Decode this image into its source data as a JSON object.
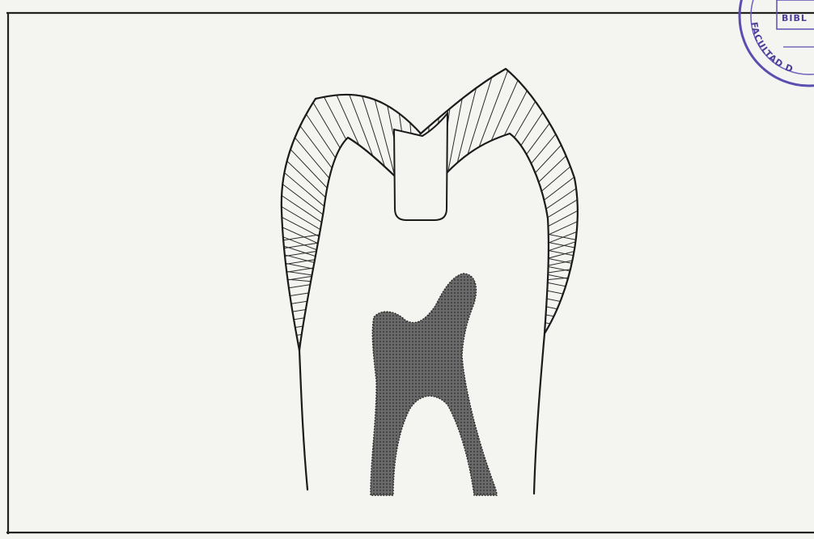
{
  "colors": {
    "paper": "#f4f4f1",
    "line": "#1b1b1b",
    "pulp": "#555555",
    "stamp": "#4b3f9a"
  },
  "stamp": {
    "text_top": "BIBL",
    "text_arc": "FACULTAD D"
  },
  "diagram": {
    "subject": "tooth-cross-section",
    "parts": [
      "enamel-layer",
      "dentin",
      "restoration-cavity",
      "pulp-chamber",
      "root-canals"
    ]
  }
}
